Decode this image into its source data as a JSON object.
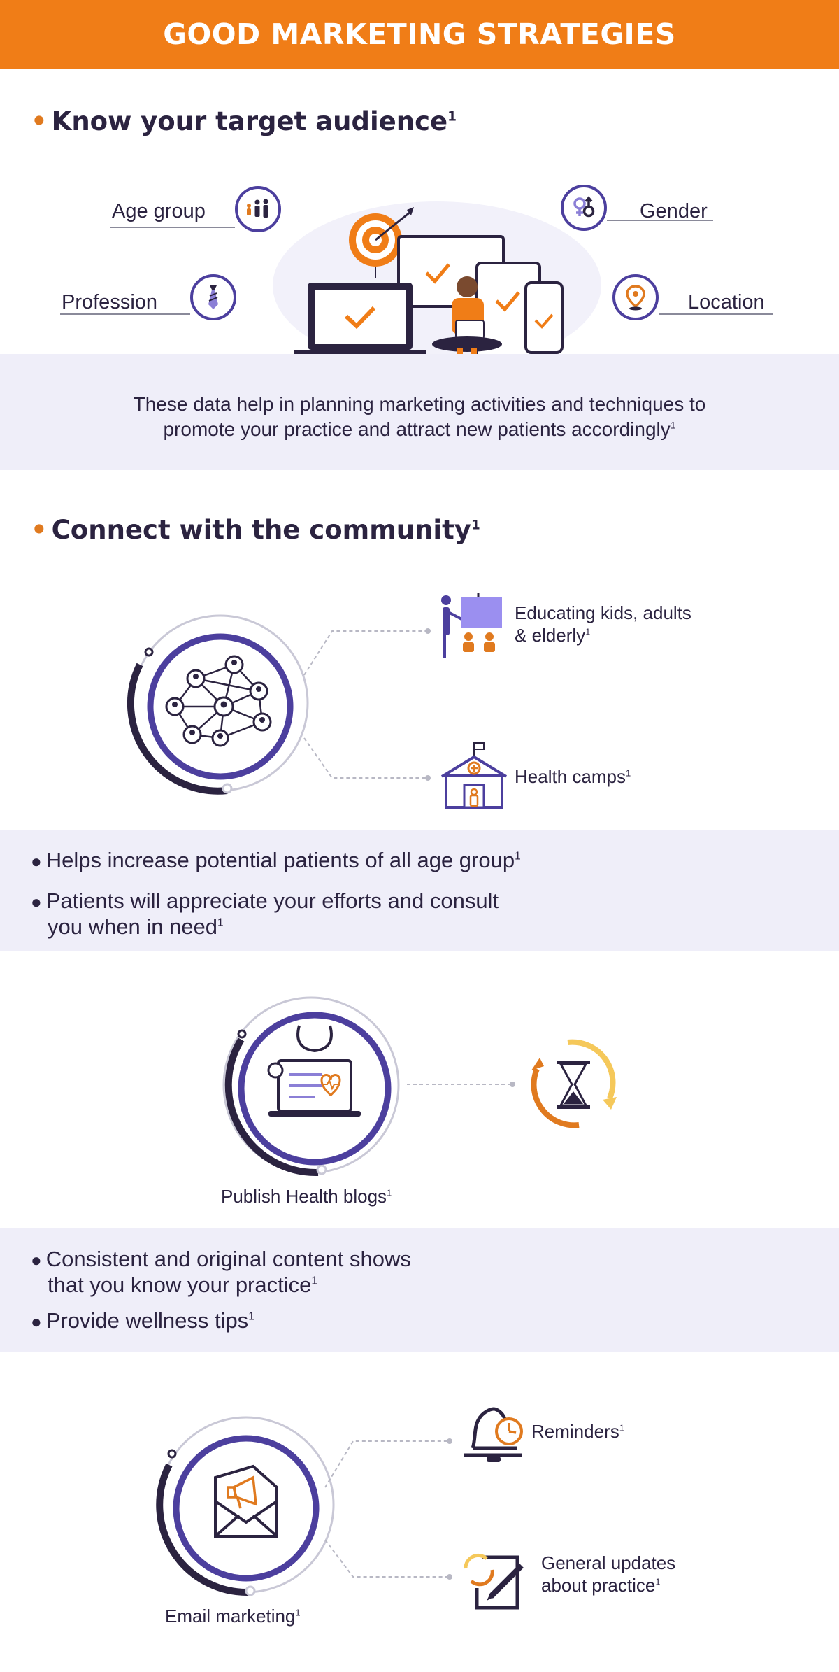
{
  "header": {
    "title": "GOOD MARKETING STRATEGIES"
  },
  "section1": {
    "title": "Know your target audience",
    "title_sup": "1",
    "attributes": {
      "age_group": "Age group",
      "gender": "Gender",
      "profession": "Profession",
      "location": "Location"
    },
    "band_text_line1": "These data help in planning marketing activities and techniques to",
    "band_text_line2": "promote your practice and attract new patients accordingly",
    "band_sup": "1"
  },
  "section2": {
    "title": "Connect with the community",
    "title_sup": "1",
    "item1_line1": "Educating kids, adults",
    "item1_line2": "& elderly",
    "item1_sup": "1",
    "item2": "Health camps",
    "item2_sup": "1",
    "bullet1": "Helps increase potential patients of all age group",
    "bullet1_sup": "1",
    "bullet2_line1": "Patients will appreciate your efforts and consult",
    "bullet2_line2": "you when in need",
    "bullet2_sup": "1"
  },
  "section3": {
    "caption": "Publish Health blogs",
    "caption_sup": "1",
    "bullet1_line1": "Consistent and original content shows",
    "bullet1_line2": "that you know your practice",
    "bullet1_sup": "1",
    "bullet2": "Provide wellness tips",
    "bullet2_sup": "1"
  },
  "section4": {
    "caption": "Email marketing",
    "caption_sup": "1",
    "item1": "Reminders",
    "item1_sup": "1",
    "item2_line1": "General updates",
    "item2_line2": "about practice",
    "item2_sup": "1"
  },
  "colors": {
    "orange": "#f07d17",
    "purple": "#4c3f9e",
    "navy": "#2b2340",
    "band": "#efeef9"
  }
}
